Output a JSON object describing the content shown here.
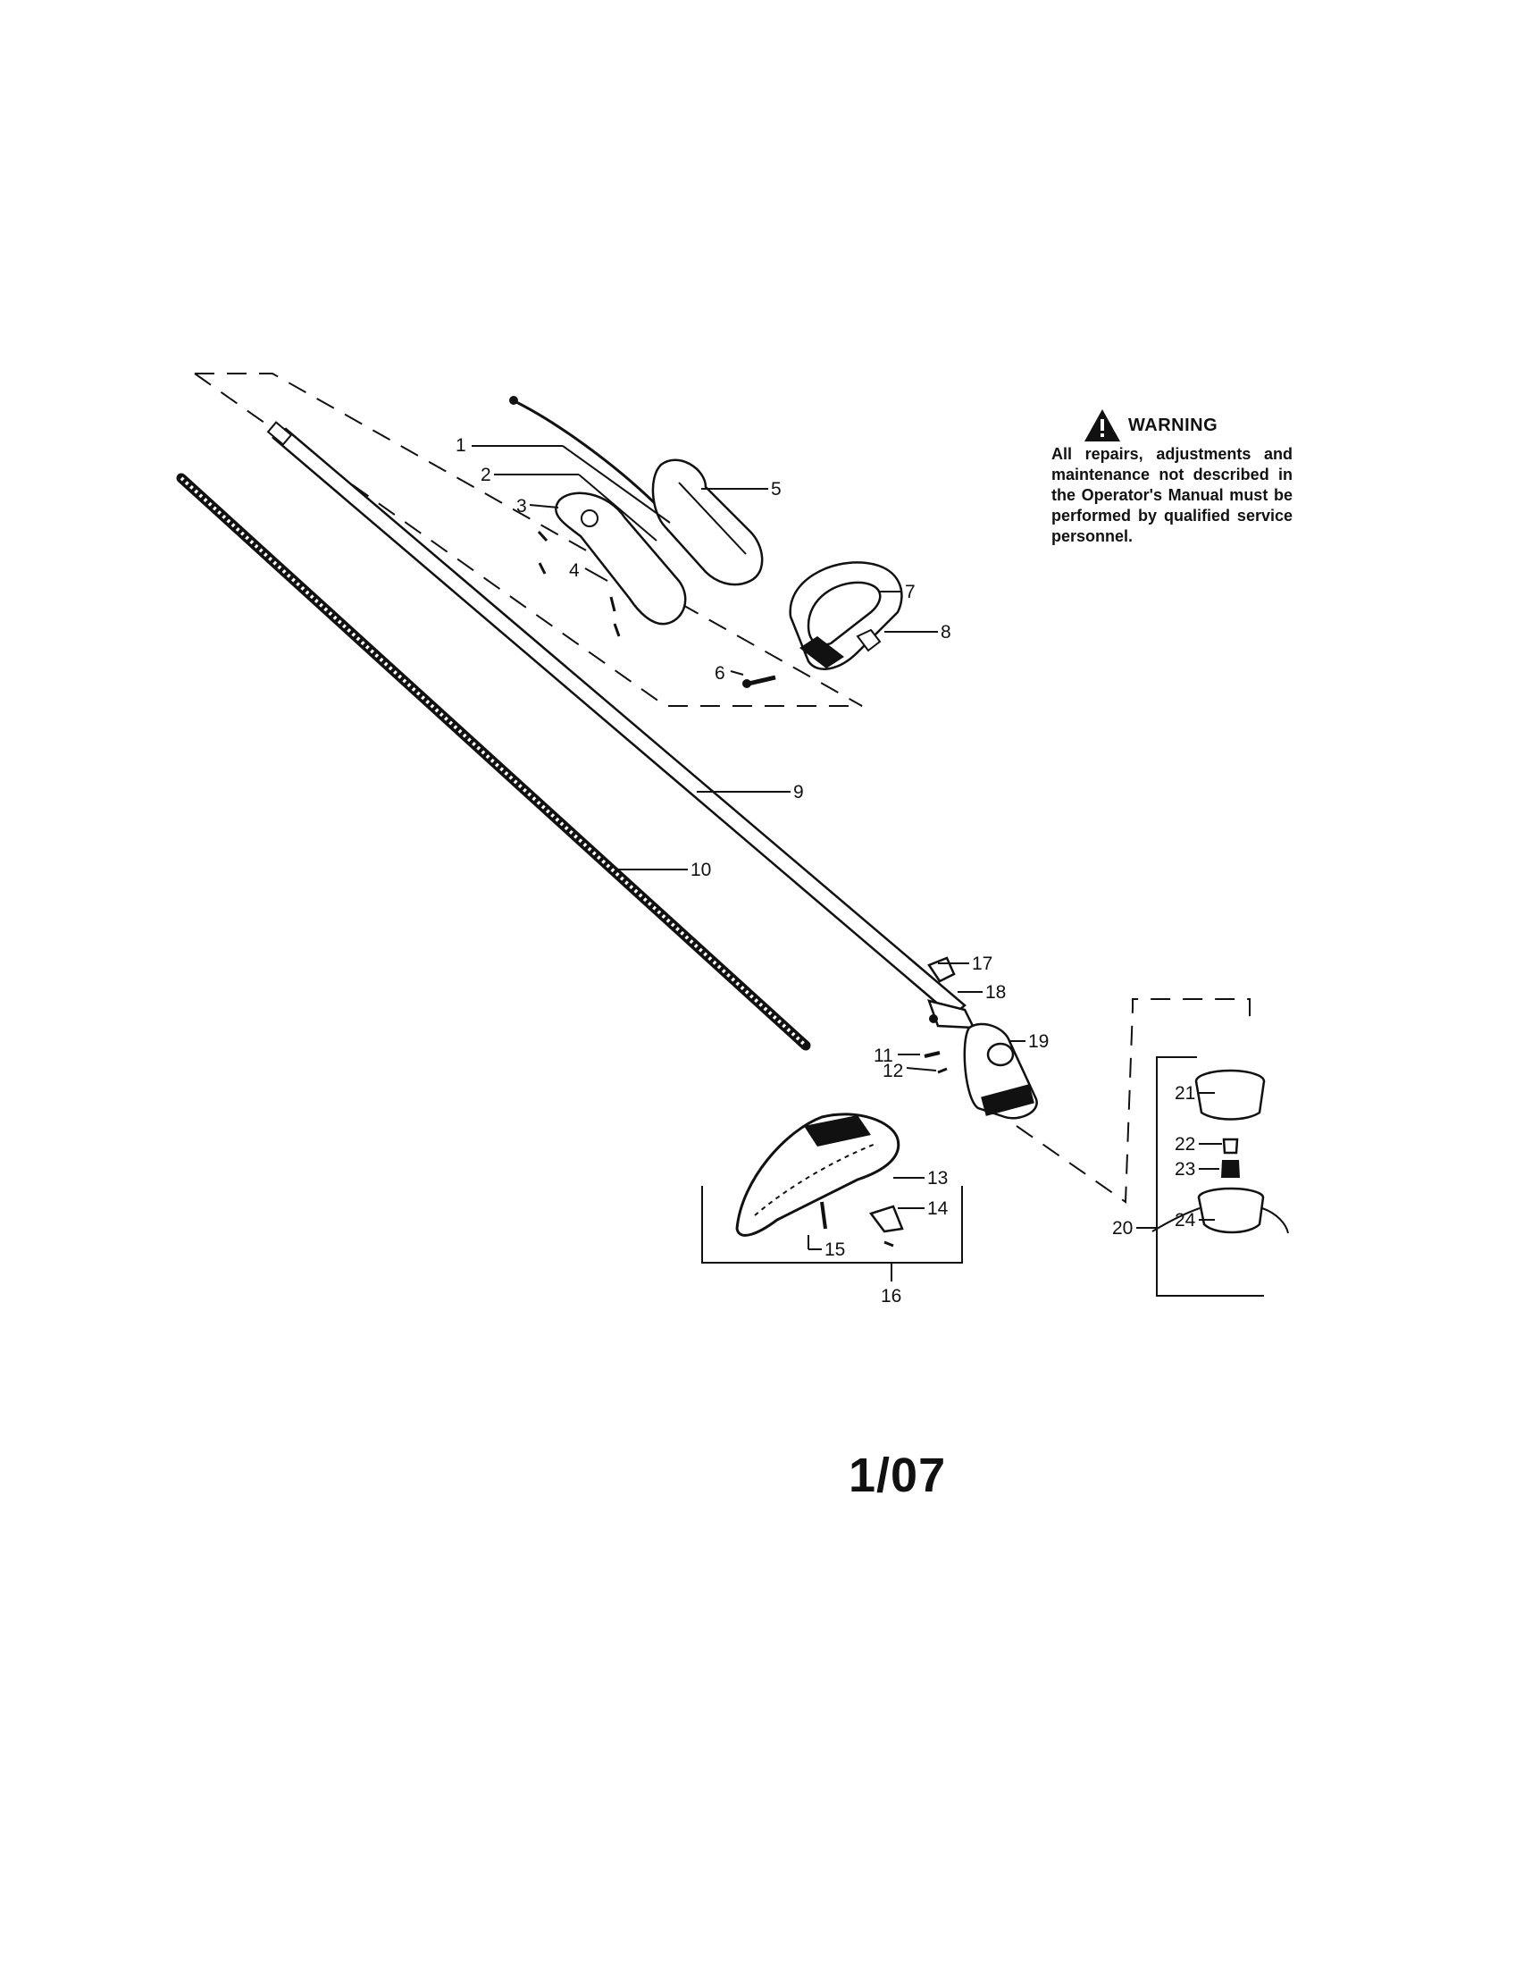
{
  "warning": {
    "title": "WARNING",
    "body": "All repairs, adjustments and maintenance not described in the Operator's Manual must be performed by qualified service personnel."
  },
  "page_number": "1/07",
  "parts": [
    "1",
    "2",
    "3",
    "4",
    "5",
    "6",
    "7",
    "8",
    "9",
    "10",
    "11",
    "12",
    "13",
    "14",
    "15",
    "16",
    "17",
    "18",
    "19",
    "20",
    "21",
    "22",
    "23",
    "24"
  ],
  "icons": {
    "warning": "warning-triangle-icon"
  },
  "colors": {
    "ink": "#111111",
    "background": "#ffffff"
  }
}
